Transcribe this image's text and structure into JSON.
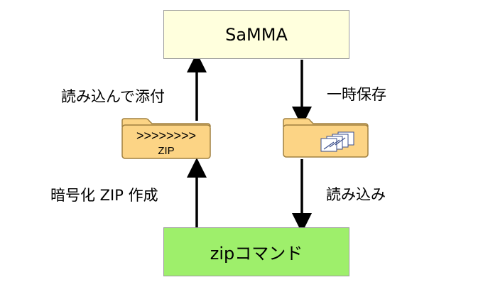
{
  "nodes": {
    "samma": "SaMMA",
    "zip_command": "zipコマンド"
  },
  "edges": {
    "encrypt": "暗号化 ZIP 作成",
    "attach": "読み込んで添付",
    "temp_save": "一時保存",
    "read": "読み込み"
  },
  "zip_folder": {
    "chevrons": ">>>>>>>>",
    "label": "ZIP"
  },
  "colors": {
    "samma_fill": "#ffffdd",
    "zip_command_fill": "#9eef6b",
    "folder_fill": "#fcd485",
    "folder_stroke": "#a08040",
    "arrow": "#000000"
  }
}
